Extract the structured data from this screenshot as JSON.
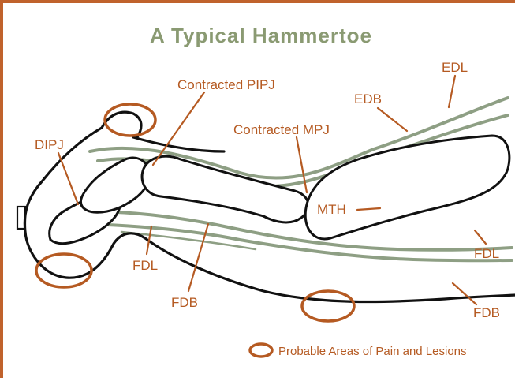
{
  "diagram": {
    "title": "A Typical Hammertoe",
    "labels": {
      "contracted_pipj": "Contracted PIPJ",
      "dipj": "DIPJ",
      "edl": "EDL",
      "edb": "EDB",
      "contracted_mpj": "Contracted MPJ",
      "mth": "MTH",
      "fdl_left": "FDL",
      "fdb_left": "FDB",
      "fdl_right": "FDL",
      "fdb_right": "FDB"
    },
    "legend": {
      "text": "Probable Areas of Pain and Lesions"
    },
    "colors": {
      "accent": "#b55a22",
      "title": "#8a9a72",
      "tendon": "#8e9f84",
      "outline": "#111111"
    }
  }
}
